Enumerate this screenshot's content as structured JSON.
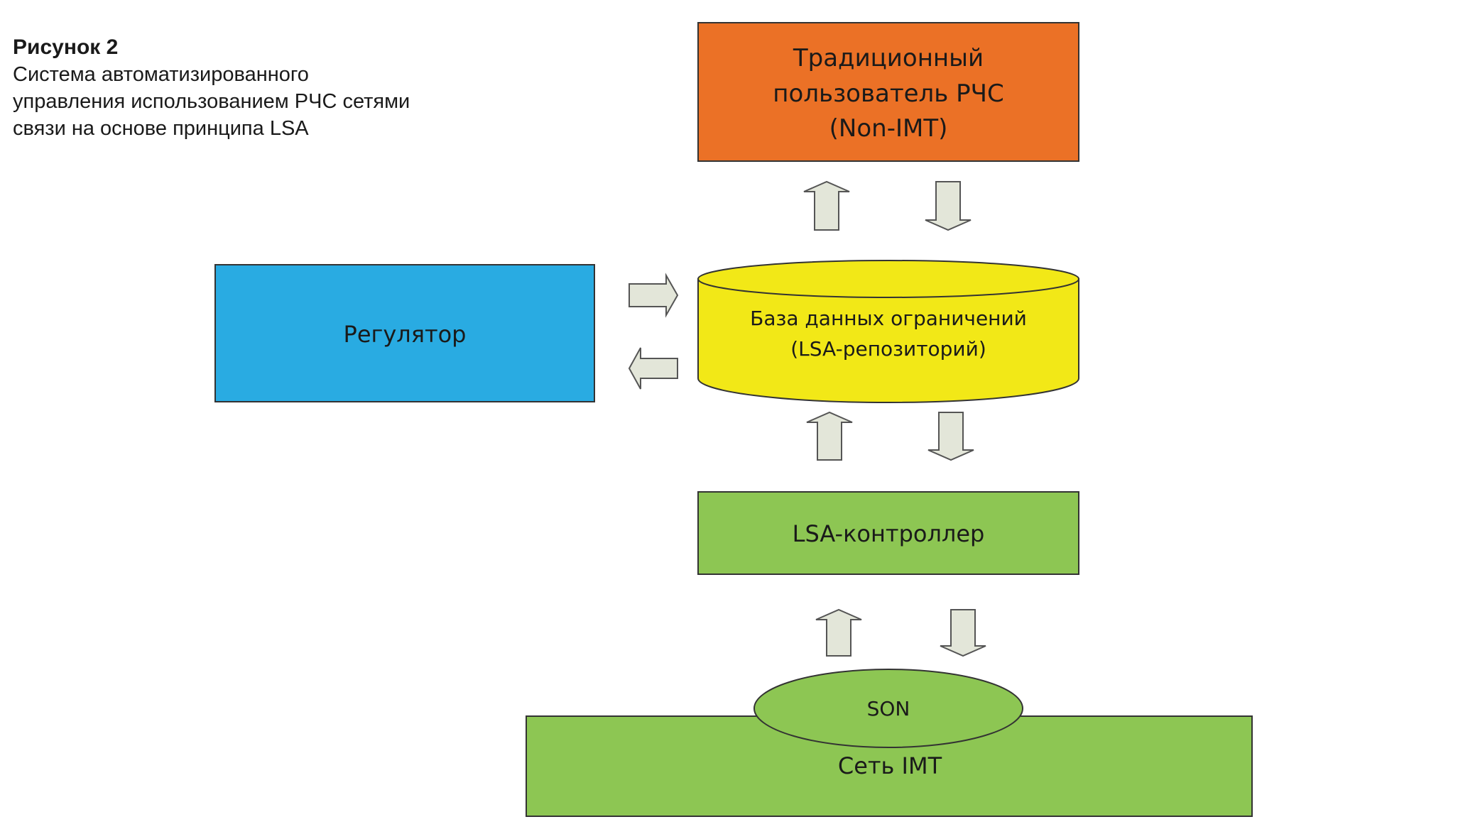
{
  "caption": {
    "number": "Рисунок 2",
    "text": "Система автоматизированного\nуправления использованием РЧС сетями\nсвязи на основе принципа LSA"
  },
  "nodes": {
    "legacy_user": {
      "line1": "Традиционный",
      "line2": "пользователь РЧС",
      "line3": "(Non-IMT)",
      "color": "#EB7126"
    },
    "regulator": {
      "label": "Регулятор",
      "color": "#29ABE2"
    },
    "database": {
      "line1": "База данных ограничений",
      "line2": "(LSA-репозиторий)",
      "color": "#F2E817"
    },
    "controller": {
      "label": "LSA-контроллер",
      "color": "#8DC653"
    },
    "son": {
      "label": "SON",
      "color": "#8DC653"
    },
    "imt_network": {
      "label": "Сеть IMT",
      "color": "#8DC653"
    }
  },
  "arrow_color": "#E3E6D9"
}
